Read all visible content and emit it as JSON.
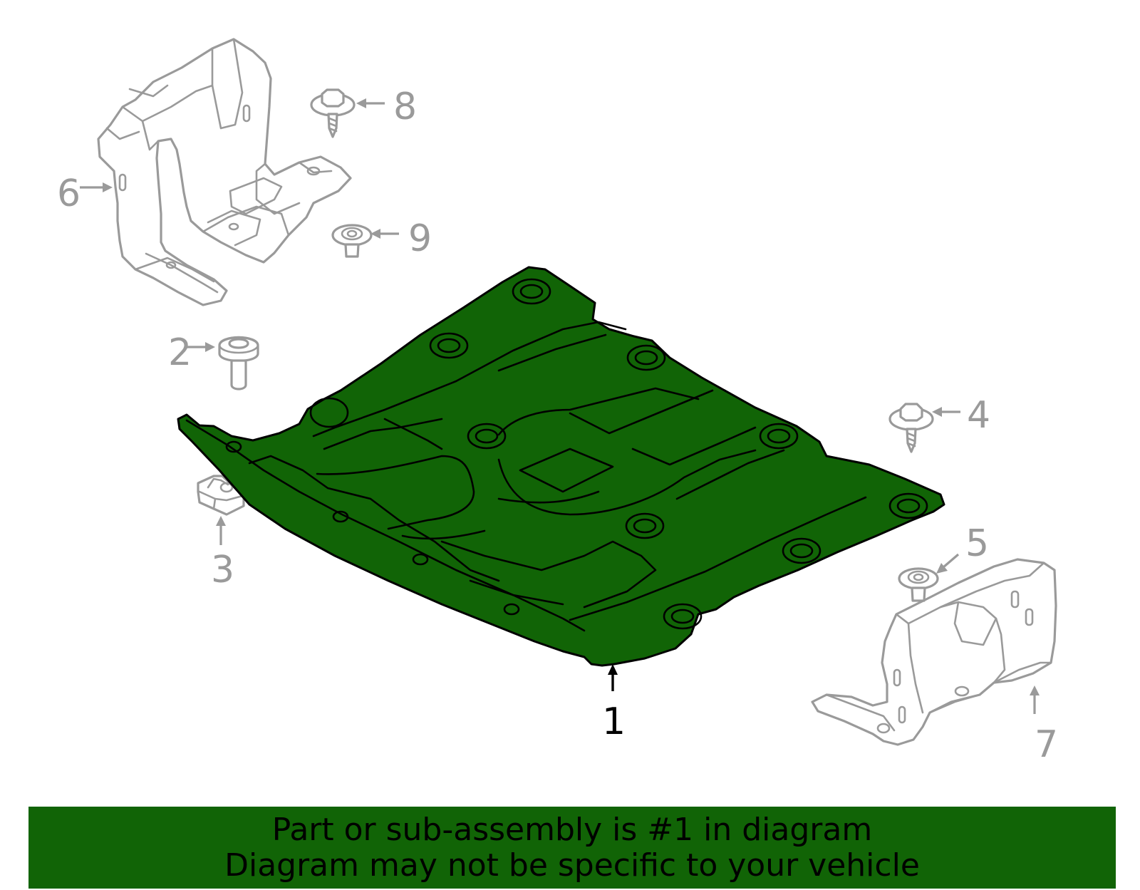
{
  "colors": {
    "highlight": "#116406",
    "ghost_stroke": "#9a9a9a",
    "main_stroke": "#000000",
    "banner_background": "#116406",
    "banner_text": "#000000"
  },
  "callouts": {
    "part_1": "1",
    "part_2": "2",
    "part_3": "3",
    "part_4": "4",
    "part_5": "5",
    "part_6": "6",
    "part_7": "7",
    "part_8": "8",
    "part_9": "9"
  },
  "highlighted_part": "1",
  "parts": [
    {
      "callout": "1",
      "icon": "splash-shield",
      "highlighted": true
    },
    {
      "callout": "2",
      "icon": "bolt",
      "highlighted": false
    },
    {
      "callout": "3",
      "icon": "clip-nut",
      "highlighted": false
    },
    {
      "callout": "4",
      "icon": "flange-bolt",
      "highlighted": false
    },
    {
      "callout": "5",
      "icon": "push-rivet",
      "highlighted": false
    },
    {
      "callout": "6",
      "icon": "bracket",
      "highlighted": false
    },
    {
      "callout": "7",
      "icon": "bracket",
      "highlighted": false
    },
    {
      "callout": "8",
      "icon": "flange-bolt",
      "highlighted": false
    },
    {
      "callout": "9",
      "icon": "push-rivet",
      "highlighted": false
    }
  ],
  "banner": {
    "line1": "Part or sub-assembly is #1 in diagram",
    "line2": "Diagram may not be specific to your vehicle"
  }
}
